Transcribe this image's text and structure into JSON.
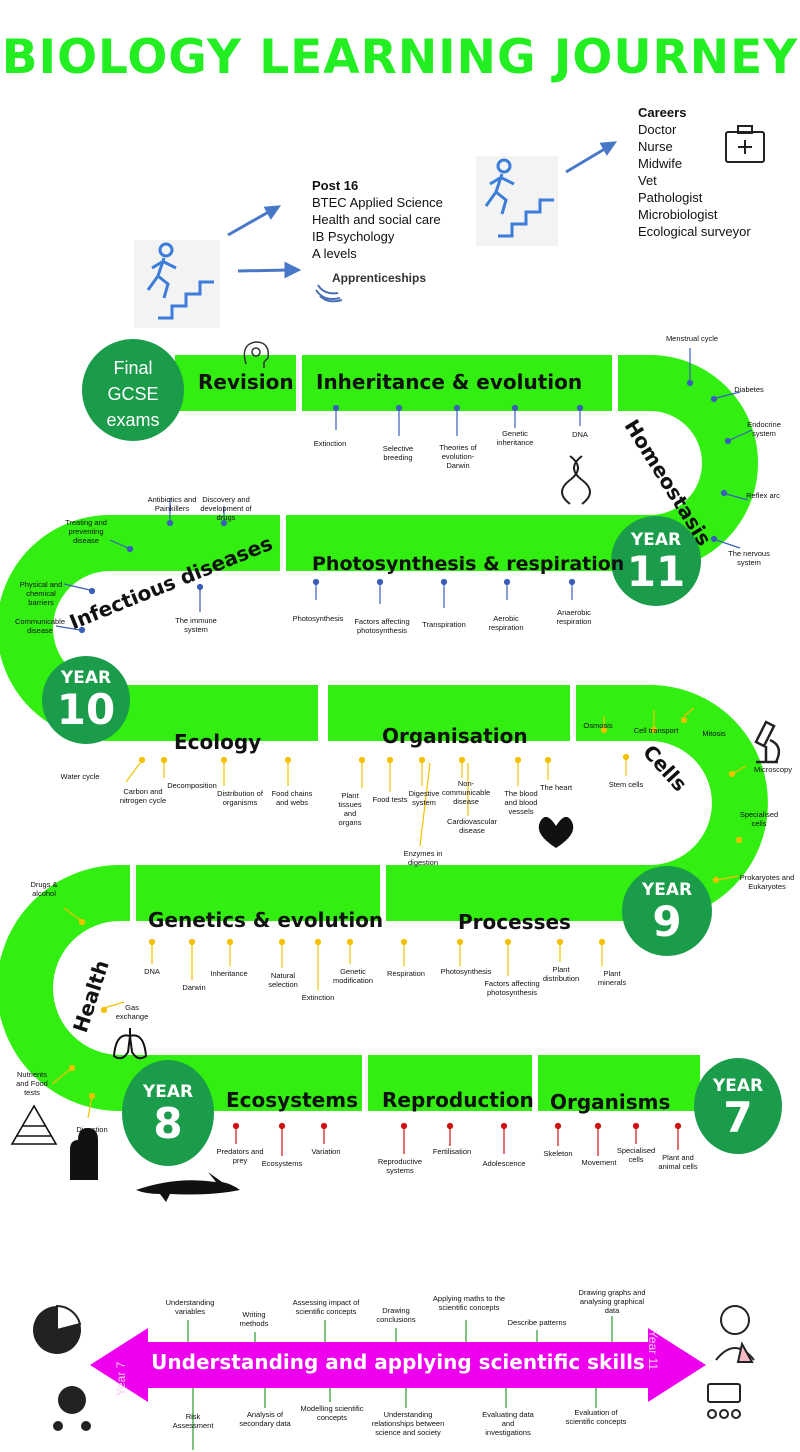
{
  "title": "BIOLOGY LEARNING JOURNEY",
  "post16": {
    "heading": "Post 16",
    "items": [
      "BTEC Applied Science",
      "Health and social care",
      "IB Psychology",
      "A levels"
    ],
    "apprenticeships": "Apprenticeships"
  },
  "careers": {
    "heading": "Careers",
    "items": [
      "Doctor",
      "Nurse",
      "Midwife",
      "Vet",
      "Pathologist",
      "Microbiologist",
      "Ecological surveyor"
    ]
  },
  "final_exams": "Final GCSE exams",
  "years": {
    "y11": {
      "label": "YEAR",
      "num": "11"
    },
    "y10": {
      "label": "YEAR",
      "num": "10"
    },
    "y9": {
      "label": "YEAR",
      "num": "9"
    },
    "y8": {
      "label": "YEAR",
      "num": "8"
    },
    "y7": {
      "label": "YEAR",
      "num": "7"
    }
  },
  "topics": {
    "revision": "Revision",
    "inheritance": "Inheritance & evolution",
    "homeostasis": "Homeostasis",
    "photosynthesis": "Photosynthesis & respiration",
    "infectious": "Infectious diseases",
    "ecology": "Ecology",
    "organisation": "Organisation",
    "cells": "Cells",
    "genetics": "Genetics & evolution",
    "processes": "Processes",
    "health": "Health",
    "ecosystems": "Ecosystems",
    "reproduction": "Reproduction",
    "organisms": "Organisms"
  },
  "subtopics": {
    "inheritance": [
      "Extinction",
      "Selective breeding",
      "Theories of evolution- Darwin",
      "Genetic inheritance",
      "DNA"
    ],
    "homeostasis": [
      "Menstrual cycle",
      "Diabetes",
      "Endocrine system",
      "Reflex arc",
      "The nervous system"
    ],
    "photosynthesis": [
      "Photosynthesis",
      "Factors affecting photosynthesis",
      "Transpiration",
      "Aerobic respiration",
      "Anaerobic respiration"
    ],
    "infectious": [
      "Antibiotics and Painkillers",
      "Discovery and development of drugs",
      "Treating and preventing disease",
      "Physical and chemical barriers",
      "Communicable disease",
      "The immune system"
    ],
    "ecology": [
      "Water cycle",
      "Carbon and nitrogen cycle",
      "Decomposition",
      "Distribution of organisms",
      "Food chains and webs"
    ],
    "organisation": [
      "Plant tissues and organs",
      "Food tests",
      "Digestive system",
      "Non-communicable disease",
      "The blood and blood vessels",
      "The heart",
      "Cardiovascular disease",
      "Enzymes in digestion"
    ],
    "cells": [
      "Osmosis",
      "Cell transport",
      "Mitosis",
      "Microscopy",
      "Stem cells",
      "Specialised cells",
      "Prokaryotes and Eukaryotes"
    ],
    "genetics": [
      "DNA",
      "Darwin",
      "Inheritance",
      "Natural selection",
      "Extinction",
      "Genetic modification"
    ],
    "processes": [
      "Respiration",
      "Photosynthesis",
      "Factors affecting photosynthesis",
      "Plant distribution",
      "Plant minerals"
    ],
    "health": [
      "Drugs & alcohol",
      "Gas exchange",
      "Nutrients and Food tests",
      "Digestion"
    ],
    "ecosystems": [
      "Predators and prey",
      "Ecosystems",
      "Variation"
    ],
    "reproduction": [
      "Reproductive systems",
      "Fertilisation",
      "Adolescence"
    ],
    "organisms": [
      "Skeleton",
      "Movement",
      "Specialised cells",
      "Plant and animal cells"
    ]
  },
  "skills": {
    "banner": "Understanding and applying scientific skills",
    "left_year": "Year 7",
    "right_year": "Year 11",
    "top": [
      "Understanding variables",
      "Writing methods",
      "Assessing impact of scientific concepts",
      "Drawing conclusions",
      "Applying maths to the scientific concepts",
      "Describe patterns",
      "Drawing graphs and analysing graphical data"
    ],
    "bottom": [
      "Risk Assessment",
      "Analysis of secondary data",
      "Modelling scientific concepts",
      "Understanding relationships between science and society",
      "Evaluating data and investigations",
      "Evaluation of scientific concepts"
    ]
  },
  "colors": {
    "green_path": "#33ee11",
    "title_green": "#22ee22",
    "year_circle": "#1a9c4a",
    "banner": "#ee00ee",
    "pin_blue": "#3b5fb8",
    "pin_yellow": "#f2c200",
    "pin_red": "#d01010"
  },
  "icons": [
    "staircase-icon",
    "first-aid-kit-icon",
    "apprenticeships-logo",
    "head-icon",
    "dna-icon",
    "microscope-icon",
    "pie-icon",
    "scientist-icon"
  ]
}
